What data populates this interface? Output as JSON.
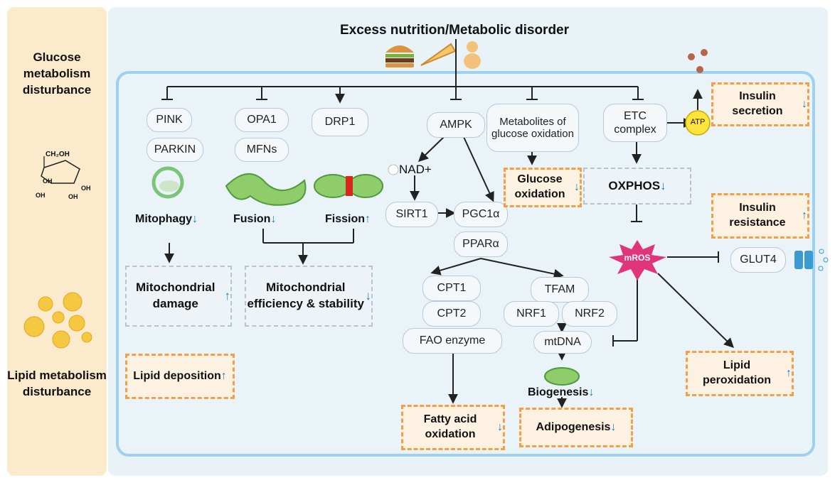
{
  "sidebar": {
    "glucose": "Glucose metabolism disturbance",
    "lipid": "Lipid metabolism disturbance",
    "ch2oh": "CH₂OH",
    "oh": "OH"
  },
  "header": {
    "title": "Excess nutrition/Metabolic disorder"
  },
  "nodes": {
    "pink": "PINK",
    "parkin": "PARKIN",
    "opa1": "OPA1",
    "mfns": "MFNs",
    "drp1": "DRP1",
    "ampk": "AMPK",
    "metabolites": "Metabolites of glucose oxidation",
    "etc": "ETC complex",
    "atp": "ATP",
    "nad": "NAD+",
    "sirt1": "SIRT1",
    "pgc1a": "PGC1α",
    "ppara": "PPARα",
    "cpt1": "CPT1",
    "cpt2": "CPT2",
    "fao": "FAO enzyme",
    "tfam": "TFAM",
    "nrf1": "NRF1",
    "nrf2": "NRF2",
    "mtdna": "mtDNA",
    "mros": "mROS",
    "glut4": "GLUT4"
  },
  "labels": {
    "mitophagy": "Mitophagy",
    "fusion": "Fusion",
    "fission": "Fission",
    "biogenesis": "Biogenesis"
  },
  "boxes": {
    "mito_damage": "Mitochondrial damage",
    "mito_eff": "Mitochondrial efficiency & stability",
    "oxphos": "OXPHOS",
    "insulin_secretion": "Insulin secretion",
    "glucose_ox": "Glucose oxidation",
    "insulin_resistance": "Insulin resistance",
    "lipid_deposition": "Lipid deposition",
    "fatty_acid": "Fatty acid oxidation",
    "adipogenesis": "Adipogenesis",
    "lipid_perox": "Lipid peroxidation"
  },
  "arrows": {
    "down": "↓",
    "up": "↑"
  },
  "colors": {
    "sidebar": "#fbeacc",
    "inner_border": "#9fd0ef",
    "dash_orange": "#f0a04b",
    "arrow_blue": "#1c7fc2",
    "mros": "#e0357a"
  }
}
